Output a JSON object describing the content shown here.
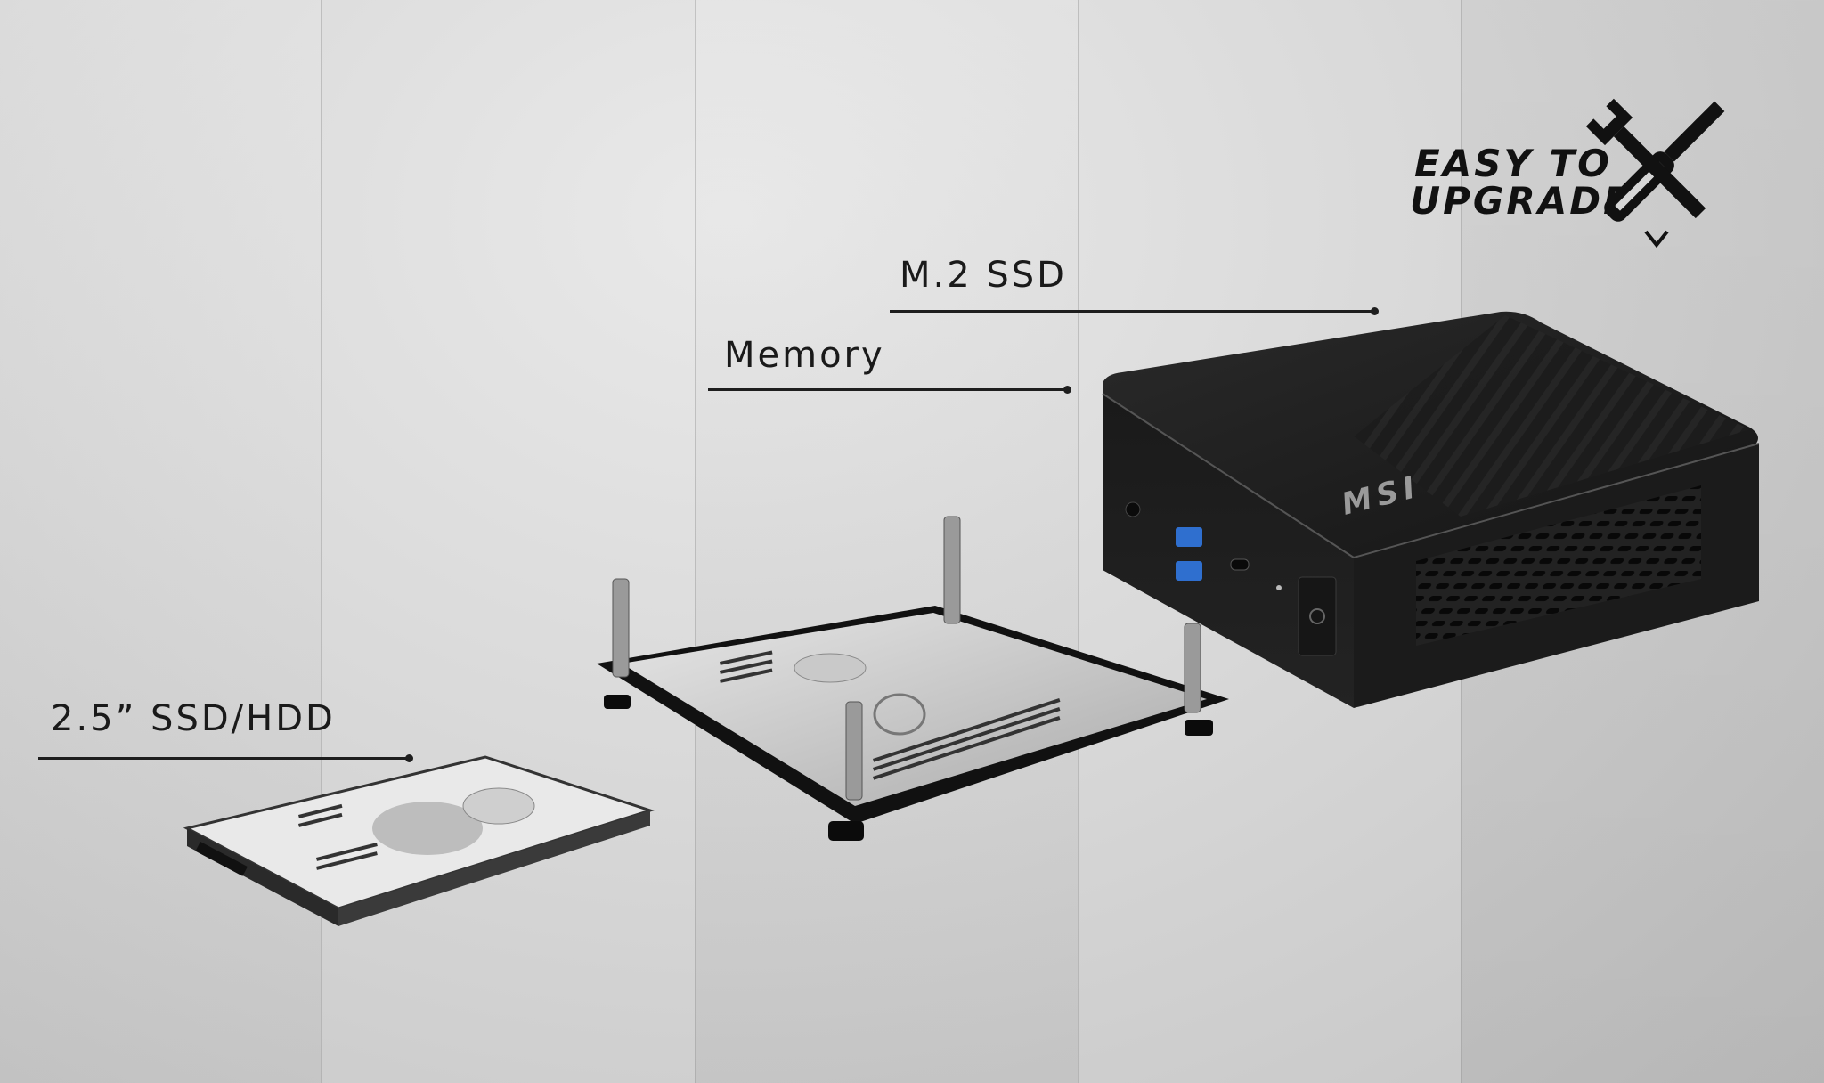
{
  "labels": {
    "m2": "M.2 SSD",
    "memory": "Memory",
    "drive": "2.5” SSD/HDD"
  },
  "badge": {
    "line1": "EASY TO",
    "line2": "UPGRADE",
    "icon": "screwdriver-wrench-cross-icon"
  },
  "device": {
    "brand": "MSI"
  },
  "colors": {
    "background": "#d6d6d6",
    "device_body": "#1c1c1c",
    "label_text": "#1a1a1a"
  }
}
